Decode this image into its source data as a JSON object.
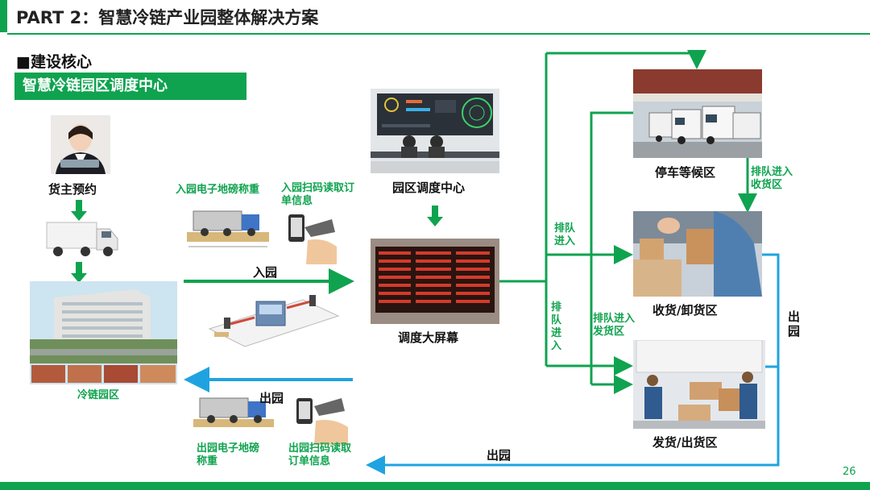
{
  "header": {
    "title": "PART 2：智慧冷链产业园整体解决方案"
  },
  "section": {
    "heading": "■建设核心",
    "banner": "智慧冷链园区调度中心"
  },
  "nodes": {
    "cargo_owner": "货主预约",
    "cold_chain_park": "冷链园区",
    "dispatch_center": "园区调度中心",
    "big_screen": "调度大屏幕",
    "parking": "停车等候区",
    "receiving": "收货/卸货区",
    "shipping": "发货/出货区"
  },
  "labels": {
    "entry_scale": "入园电子地磅称重",
    "entry_scan": "入园扫码读取订单信息",
    "entry": "入园",
    "exit_top": "出园",
    "exit_scale": "出园电子地磅称重",
    "exit_scan": "出园扫码读取订单信息",
    "queue_receiving": "排队进入收货区",
    "queue_in_top": "排队进入",
    "queue_in_mid": "排队进入",
    "queue_shipping": "排队进入发货区",
    "exit_right": "出园",
    "exit_bottom": "出园"
  },
  "colors": {
    "green": "#0fa34f",
    "blue": "#1fa3e0"
  },
  "footer": {
    "page": "26"
  }
}
